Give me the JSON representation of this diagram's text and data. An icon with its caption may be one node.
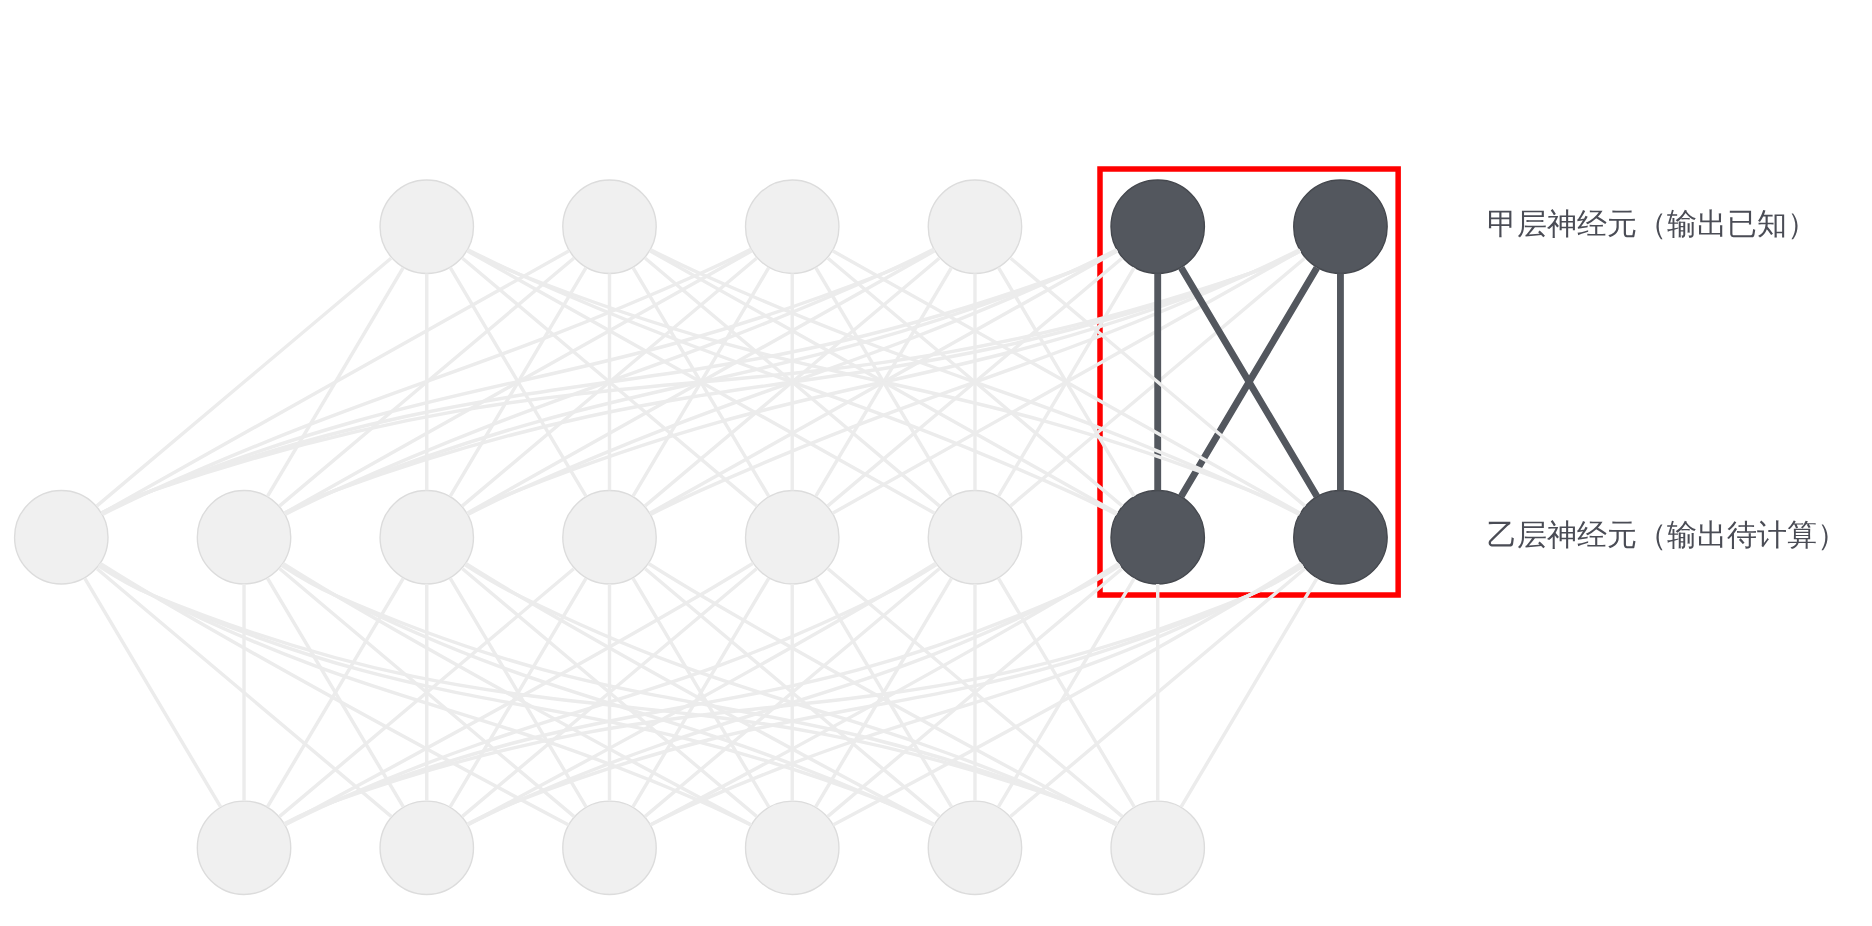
{
  "diagram": {
    "nodes": [
      {
        "text": [],
        "shape": "parallelogram"
      },
      {
        "text": [],
        "shape": "circle",
        "in": 0
      },
      {
        "text": [],
        "shape": "circle",
        "in": 0
      },
      {
        "text": [],
        "shape": "circle"
      },
      {
        "text": [],
        "shape": "circle"
      },
      {
        "text": [],
        "shape": "circle"
      },
      {
        "text": [],
        "shape": "circle"
      },
      {
        "text": [],
        "shape": "circle",
        "in": 0
      },
      {
        "text": [],
        "shape": "circle",
        "in": 0
      },
      {
        "text": [],
        "shape": "circle"
      },
      {
        "text": [],
        "shape": "circle"
      },
      {
        "text": [],
        "shape": "circle"
      },
      {
        "text": [],
        "shape": "circle"
      },
      {
        "text": [],
        "shape": "circle"
      },
      {
        "text": [],
        "shape": "circle"
      },
      {
        "text": [],
        "shape": "circle"
      },
      {
        "text": [],
        "shape": "circle"
      },
      {
        "text": [],
        "shape": "circle"
      },
      {
        "text": [],
        "shape": "circle"
      },
      {
        "text": [],
        "shape": "circle"
      },
      {
        "text": [],
        "shape": "circle"
      }
    ],
    "edges": [
      {
        "from": 1,
        "to": 7,
        "arrow": "none",
        "style": "thick",
        "color": "#53575e"
      },
      {
        "from": 1,
        "to": 8,
        "arrow": "none",
        "style": "thick",
        "color": "#53575e"
      },
      {
        "from": 1,
        "to": 9,
        "arrow": "none"
      },
      {
        "from": 1,
        "to": 10,
        "arrow": "none"
      },
      {
        "from": 1,
        "to": 11,
        "arrow": "none"
      },
      {
        "from": 1,
        "to": 12,
        "arrow": "none"
      },
      {
        "from": 1,
        "to": 13,
        "arrow": "none"
      },
      {
        "from": 1,
        "to": 14,
        "arrow": "none"
      },
      {
        "from": 2,
        "to": 7,
        "arrow": "none",
        "style": "thick",
        "color": "#53575e"
      },
      {
        "from": 2,
        "to": 8,
        "arrow": "none",
        "style": "thick",
        "color": "#53575e"
      },
      {
        "from": 2,
        "to": 9,
        "arrow": "none"
      },
      {
        "from": 2,
        "to": 10,
        "arrow": "none"
      },
      {
        "from": 2,
        "to": 11,
        "arrow": "none"
      },
      {
        "from": 2,
        "to": 12,
        "arrow": "none"
      },
      {
        "from": 2,
        "to": 13,
        "arrow": "none"
      },
      {
        "from": 2,
        "to": 14,
        "arrow": "none"
      },
      {
        "from": 3,
        "to": 7,
        "arrow": "none"
      },
      {
        "from": 3,
        "to": 8,
        "arrow": "none"
      },
      {
        "from": 3,
        "to": 9,
        "arrow": "none"
      },
      {
        "from": 3,
        "to": 10,
        "arrow": "none"
      },
      {
        "from": 3,
        "to": 11,
        "arrow": "none"
      },
      {
        "from": 3,
        "to": 12,
        "arrow": "none"
      },
      {
        "from": 3,
        "to": 13,
        "arrow": "none"
      },
      {
        "from": 3,
        "to": 14,
        "arrow": "none"
      },
      {
        "from": 4,
        "to": 7,
        "arrow": "none"
      },
      {
        "from": 4,
        "to": 8,
        "arrow": "none"
      },
      {
        "from": 4,
        "to": 9,
        "arrow": "none"
      },
      {
        "from": 4,
        "to": 10,
        "arrow": "none"
      },
      {
        "from": 4,
        "to": 11,
        "arrow": "none"
      },
      {
        "from": 4,
        "to": 12,
        "arrow": "none"
      },
      {
        "from": 4,
        "to": 13,
        "arrow": "none"
      },
      {
        "from": 4,
        "to": 14,
        "arrow": "none"
      },
      {
        "from": 5,
        "to": 7,
        "arrow": "none"
      },
      {
        "from": 5,
        "to": 8,
        "arrow": "none"
      },
      {
        "from": 5,
        "to": 9,
        "arrow": "none"
      },
      {
        "from": 5,
        "to": 10,
        "arrow": "none"
      },
      {
        "from": 5,
        "to": 11,
        "arrow": "none"
      },
      {
        "from": 5,
        "to": 12,
        "arrow": "none"
      },
      {
        "from": 5,
        "to": 13,
        "arrow": "none"
      },
      {
        "from": 5,
        "to": 14,
        "arrow": "none"
      },
      {
        "from": 6,
        "to": 7,
        "arrow": "none"
      },
      {
        "from": 6,
        "to": 8,
        "arrow": "none"
      },
      {
        "from": 6,
        "to": 9,
        "arrow": "none"
      },
      {
        "from": 6,
        "to": 10,
        "arrow": "none"
      },
      {
        "from": 6,
        "to": 11,
        "arrow": "none"
      },
      {
        "from": 6,
        "to": 12,
        "arrow": "none"
      },
      {
        "from": 6,
        "to": 13,
        "arrow": "none"
      },
      {
        "from": 6,
        "to": 14,
        "arrow": "none"
      },
      {
        "from": 7,
        "to": 15,
        "arrow": "none"
      },
      {
        "from": 7,
        "to": 16,
        "arrow": "none"
      },
      {
        "from": 7,
        "to": 17,
        "arrow": "none"
      },
      {
        "from": 7,
        "to": 18,
        "arrow": "none"
      },
      {
        "from": 7,
        "to": 19,
        "arrow": "none"
      },
      {
        "from": 7,
        "to": 20,
        "arrow": "none"
      },
      {
        "from": 8,
        "to": 15,
        "arrow": "none"
      },
      {
        "from": 8,
        "to": 16,
        "arrow": "none"
      },
      {
        "from": 8,
        "to": 17,
        "arrow": "none"
      },
      {
        "from": 8,
        "to": 18,
        "arrow": "none"
      },
      {
        "from": 8,
        "to": 19,
        "arrow": "none"
      },
      {
        "from": 8,
        "to": 20,
        "arrow": "none"
      },
      {
        "from": 9,
        "to": 15,
        "arrow": "none"
      },
      {
        "from": 9,
        "to": 16,
        "arrow": "none"
      },
      {
        "from": 9,
        "to": 17,
        "arrow": "none"
      },
      {
        "from": 9,
        "to": 18,
        "arrow": "none"
      },
      {
        "from": 9,
        "to": 19,
        "arrow": "none"
      },
      {
        "from": 9,
        "to": 20,
        "arrow": "none"
      },
      {
        "from": 10,
        "to": 15,
        "arrow": "none"
      },
      {
        "from": 10,
        "to": 16,
        "arrow": "none"
      },
      {
        "from": 10,
        "to": 17,
        "arrow": "none"
      },
      {
        "from": 10,
        "to": 18,
        "arrow": "none"
      },
      {
        "from": 10,
        "to": 19,
        "arrow": "none"
      },
      {
        "from": 10,
        "to": 20,
        "arrow": "none"
      },
      {
        "from": 11,
        "to": 15,
        "arrow": "none"
      },
      {
        "from": 11,
        "to": 16,
        "arrow": "none"
      },
      {
        "from": 11,
        "to": 17,
        "arrow": "none"
      },
      {
        "from": 11,
        "to": 18,
        "arrow": "none"
      },
      {
        "from": 11,
        "to": 19,
        "arrow": "none"
      },
      {
        "from": 11,
        "to": 20,
        "arrow": "none"
      },
      {
        "from": 12,
        "to": 15,
        "arrow": "none"
      },
      {
        "from": 12,
        "to": 16,
        "arrow": "none"
      },
      {
        "from": 12,
        "to": 17,
        "arrow": "none"
      },
      {
        "from": 12,
        "to": 18,
        "arrow": "none"
      },
      {
        "from": 12,
        "to": 19,
        "arrow": "none"
      },
      {
        "from": 12,
        "to": 20,
        "arrow": "none"
      },
      {
        "from": 13,
        "to": 15,
        "arrow": "none"
      },
      {
        "from": 13,
        "to": 16,
        "arrow": "none"
      },
      {
        "from": 13,
        "to": 17,
        "arrow": "none"
      },
      {
        "from": 13,
        "to": 18,
        "arrow": "none"
      },
      {
        "from": 13,
        "to": 19,
        "arrow": "none"
      },
      {
        "from": 13,
        "to": 20,
        "arrow": "none"
      },
      {
        "from": 14,
        "to": 15,
        "arrow": "none"
      },
      {
        "from": 14,
        "to": 16,
        "arrow": "none"
      },
      {
        "from": 14,
        "to": 17,
        "arrow": "none"
      },
      {
        "from": 14,
        "to": 18,
        "arrow": "none"
      },
      {
        "from": 14,
        "to": 19,
        "arrow": "none"
      },
      {
        "from": 14,
        "to": 20,
        "arrow": "none"
      }
    ],
    "labels": [
      "甲层神经元（输出已知）",
      "乙层神经元（输出待计算）"
    ]
  }
}
